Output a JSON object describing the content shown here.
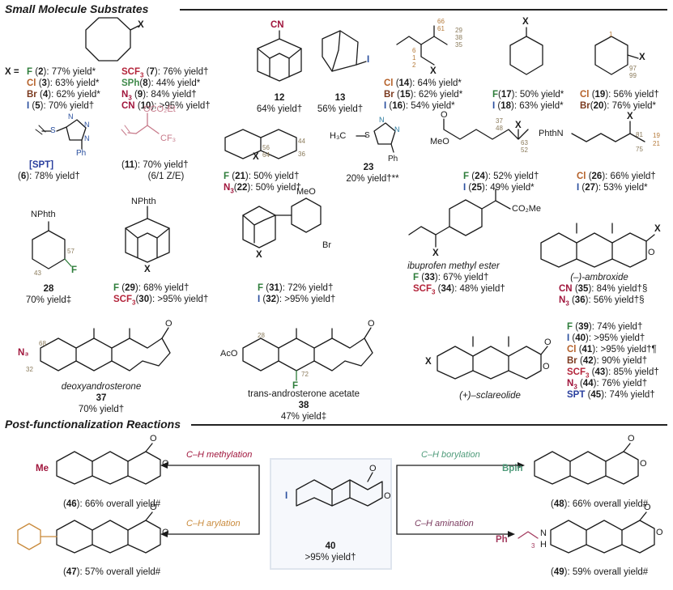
{
  "sections": {
    "substrates": "Small Molecule Substrates",
    "postfunc": "Post-functionalization Reactions"
  },
  "atoms": {
    "X": "X",
    "CN": "CN",
    "I": "I",
    "F": "F",
    "O": "O",
    "N": "N",
    "S": "S",
    "H": "H",
    "MeO": "MeO",
    "NPhth": "NPhth",
    "PhthN": "PhthN",
    "Br": "Br",
    "Ph": "Ph",
    "CO2Me": "CO₂Me",
    "OCO2Et": "OCO₂Et",
    "CF3": "CF₃",
    "AcO": "AcO",
    "N3": "N₃",
    "H3C": "H₃C",
    "Me": "Me",
    "Bpin": "Bpin",
    "subscript3": "3",
    "Xeq": "X ="
  },
  "cyclooctane": [
    {
      "x": "F",
      "num": "2",
      "yield": ": 77% yield*"
    },
    {
      "x": "Cl",
      "num": "3",
      "yield": ": 63% yield*"
    },
    {
      "x": "Br",
      "num": "4",
      "yield": ": 62% yield*"
    },
    {
      "x": "I",
      "num": "5",
      "yield": ": 70% yield†"
    },
    {
      "x": "SCF3",
      "num": "7",
      "yield": ": 76% yield†"
    },
    {
      "x": "SPh",
      "num": "8",
      "yield": ": 44% yield*"
    },
    {
      "x": "N3",
      "num": "9",
      "yield": ": 84% yield†"
    },
    {
      "x": "CN",
      "num": "10",
      "yield": ": >95% yield†"
    }
  ],
  "c12": {
    "num": "12",
    "yield": "64% yield†"
  },
  "c13": {
    "num": "13",
    "yield": "56% yield†"
  },
  "c14": [
    {
      "x": "Cl",
      "num": "14",
      "yield": ": 64% yield*"
    },
    {
      "x": "Br",
      "num": "15",
      "yield": ": 62% yield*"
    },
    {
      "x": "I",
      "num": "16",
      "yield": ": 54% yield*"
    }
  ],
  "c17": [
    {
      "x": "F",
      "num": "17",
      "yield": ": 50% yield*"
    },
    {
      "x": "I",
      "num": "18",
      "yield": ": 63% yield*"
    }
  ],
  "c19": [
    {
      "x": "Cl",
      "num": "19",
      "yield": ": 56% yield†"
    },
    {
      "x": "Br",
      "num": "20",
      "yield": ": 76% yield*"
    }
  ],
  "c6": {
    "tag": "[SPT]",
    "num": "6",
    "yield": ": 78% yield†"
  },
  "c11": {
    "num": "11",
    "yield": ": 70% yield†",
    "ratio": "(6/1 Z/E)"
  },
  "c21": [
    {
      "x": "F",
      "num": "21",
      "yield": ": 50% yield†"
    },
    {
      "x": "N3",
      "num": "22",
      "yield": ": 50% yield†"
    }
  ],
  "c23": {
    "num": "23",
    "yield": "20% yield†**"
  },
  "c24": [
    {
      "x": "F",
      "num": "24",
      "yield": ": 52% yield†"
    },
    {
      "x": "I",
      "num": "25",
      "yield": ": 49% yield*"
    }
  ],
  "c26": [
    {
      "x": "Cl",
      "num": "26",
      "yield": ": 66% yield†"
    },
    {
      "x": "I",
      "num": "27",
      "yield": ": 53% yield*"
    }
  ],
  "c28": {
    "num": "28",
    "yield": "70% yield‡"
  },
  "c29": [
    {
      "x": "F",
      "num": "29",
      "yield": ": 68% yield†"
    },
    {
      "x": "SCF3",
      "num": "30",
      "yield": ": >95% yield†"
    }
  ],
  "c31": [
    {
      "x": "F",
      "num": "31",
      "yield": ": 72% yield†"
    },
    {
      "x": "I",
      "num": "32",
      "yield": ": >95% yield†"
    }
  ],
  "c33": {
    "name": "ibuprofen methyl ester",
    "rows": [
      {
        "x": "F",
        "num": "33",
        "yield": ": 67% yield†"
      },
      {
        "x": "SCF3",
        "num": "34",
        "yield": ": 48% yield†"
      }
    ]
  },
  "c35": {
    "name": "(–)-ambroxide",
    "rows": [
      {
        "x": "CN",
        "num": "35",
        "yield": ": 84% yield†§"
      },
      {
        "x": "N3",
        "num": "36",
        "yield": ": 56% yield†§"
      }
    ]
  },
  "c37": {
    "name": "deoxyandrosterone",
    "num": "37",
    "yield": "70% yield†"
  },
  "c38": {
    "name": "trans-androsterone acetate",
    "num": "38",
    "yield": "47% yield‡"
  },
  "sclareolide": {
    "name": "(+)–sclareolide"
  },
  "c39": [
    {
      "x": "F",
      "num": "39",
      "yield": ": 74% yield†"
    },
    {
      "x": "I",
      "num": "40",
      "yield": ": >95% yield†"
    },
    {
      "x": "Cl",
      "num": "41",
      "yield": ": >95% yield†¶"
    },
    {
      "x": "Br",
      "num": "42",
      "yield": ": 90% yield†"
    },
    {
      "x": "SCF3",
      "num": "43",
      "yield": ": 85% yield†"
    },
    {
      "x": "N3",
      "num": "44",
      "yield": ": 76% yield†"
    },
    {
      "x": "SPT",
      "num": "45",
      "yield": ": 74% yield†"
    }
  ],
  "selectivity": {
    "c14a": "66",
    "c14b": "61",
    "c14c": "6",
    "c14d": "1",
    "c14e": "2",
    "c14f": "29",
    "c14g": "38",
    "c14h": "35",
    "c19a": "1",
    "c19b": "97",
    "c19c": "99",
    "c21a": "56",
    "c21b": "64",
    "c21c": "44",
    "c21d": "36",
    "c24a": "37",
    "c24b": "48",
    "c24c": "63",
    "c24d": "52",
    "c26a": "19",
    "c26b": "81",
    "c26c": "21",
    "c26d": "75",
    "c28a": "57",
    "c28b": "43",
    "c37a": "68",
    "c37b": "32",
    "c38a": "28",
    "c38b": "72"
  },
  "post": {
    "hub": {
      "num": "40",
      "yield": ">95% yield†"
    },
    "r46": {
      "num": "46",
      "yield": ": 66% overall yield#",
      "rxn": "C–H methylation"
    },
    "r47": {
      "num": "47",
      "yield": ": 57% overall yield#",
      "rxn": "C–H arylation"
    },
    "r48": {
      "num": "48",
      "yield": ": 66% overall yield#",
      "rxn": "C–H borylation"
    },
    "r49": {
      "num": "49",
      "yield": ": 59% overall yield#",
      "rxn": "C–H amination"
    }
  },
  "colors": {
    "F": "#2e7d3a",
    "Cl": "#b5612a",
    "Br": "#7b3a1f",
    "I": "#2a4f9e",
    "SCF3": "#b3243a",
    "SPh": "#3f8a4a",
    "N3": "#a0153c",
    "CN": "#a0153c",
    "SPT": "#2a3f9e",
    "Me": "#a0153c",
    "Bpin": "#4f9b7a",
    "Ph": "#a33a5e",
    "arylation": "#c98a3b",
    "methylation": "#a0153c",
    "borylation": "#4f9b7a",
    "amination": "#7a3a5e"
  }
}
